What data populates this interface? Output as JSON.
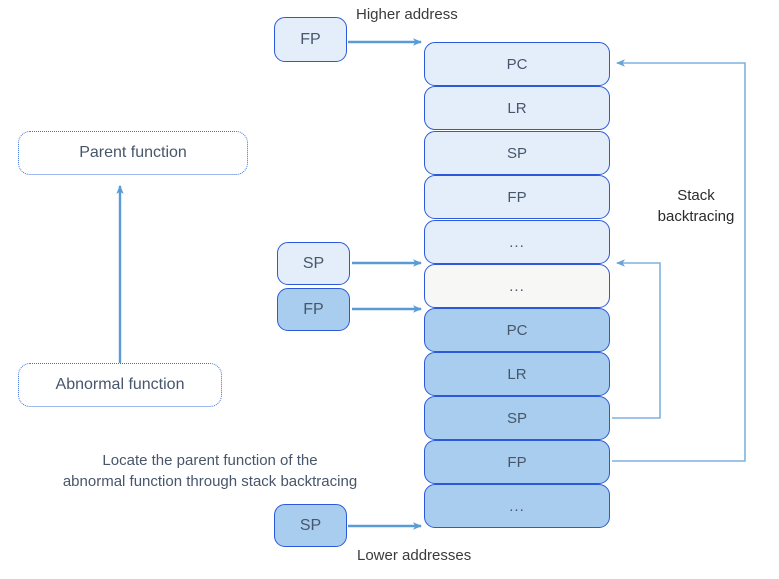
{
  "diagram": {
    "title_labels": {
      "higher_address": "Higher address",
      "lower_addresses": "Lower addresses",
      "stack_backtracing_line1": "Stack",
      "stack_backtracing_line2": "backtracing"
    },
    "caption": {
      "line1": "Locate the parent function of the",
      "line2": "abnormal function through stack backtracing"
    },
    "function_boxes": [
      {
        "label": "Parent function"
      },
      {
        "label": "Abnormal function"
      }
    ],
    "register_chips": [
      {
        "label": "FP",
        "shade": "light",
        "position": "top"
      },
      {
        "label": "SP",
        "shade": "light",
        "position": "middle-upper"
      },
      {
        "label": "FP",
        "shade": "dark",
        "position": "middle-lower"
      },
      {
        "label": "SP",
        "shade": "dark",
        "position": "bottom"
      }
    ],
    "stack_cells": [
      {
        "label": "PC",
        "shade": "light"
      },
      {
        "label": "LR",
        "shade": "light"
      },
      {
        "label": "SP",
        "shade": "light"
      },
      {
        "label": "FP",
        "shade": "light"
      },
      {
        "label": "...",
        "shade": "light"
      },
      {
        "label": "...",
        "shade": "blank"
      },
      {
        "label": "PC",
        "shade": "dark"
      },
      {
        "label": "LR",
        "shade": "dark"
      },
      {
        "label": "SP",
        "shade": "dark"
      },
      {
        "label": "FP",
        "shade": "dark"
      },
      {
        "label": "...",
        "shade": "dark"
      }
    ],
    "colors": {
      "frame_light": "#e3eefa",
      "frame_dark": "#a8cdee",
      "frame_blank": "#f7f7f5",
      "border_blue": "#2b59d8",
      "arrow_blue": "#5b9bd5",
      "connector_blue": "#7fb2e0",
      "text": "#47566b"
    }
  }
}
